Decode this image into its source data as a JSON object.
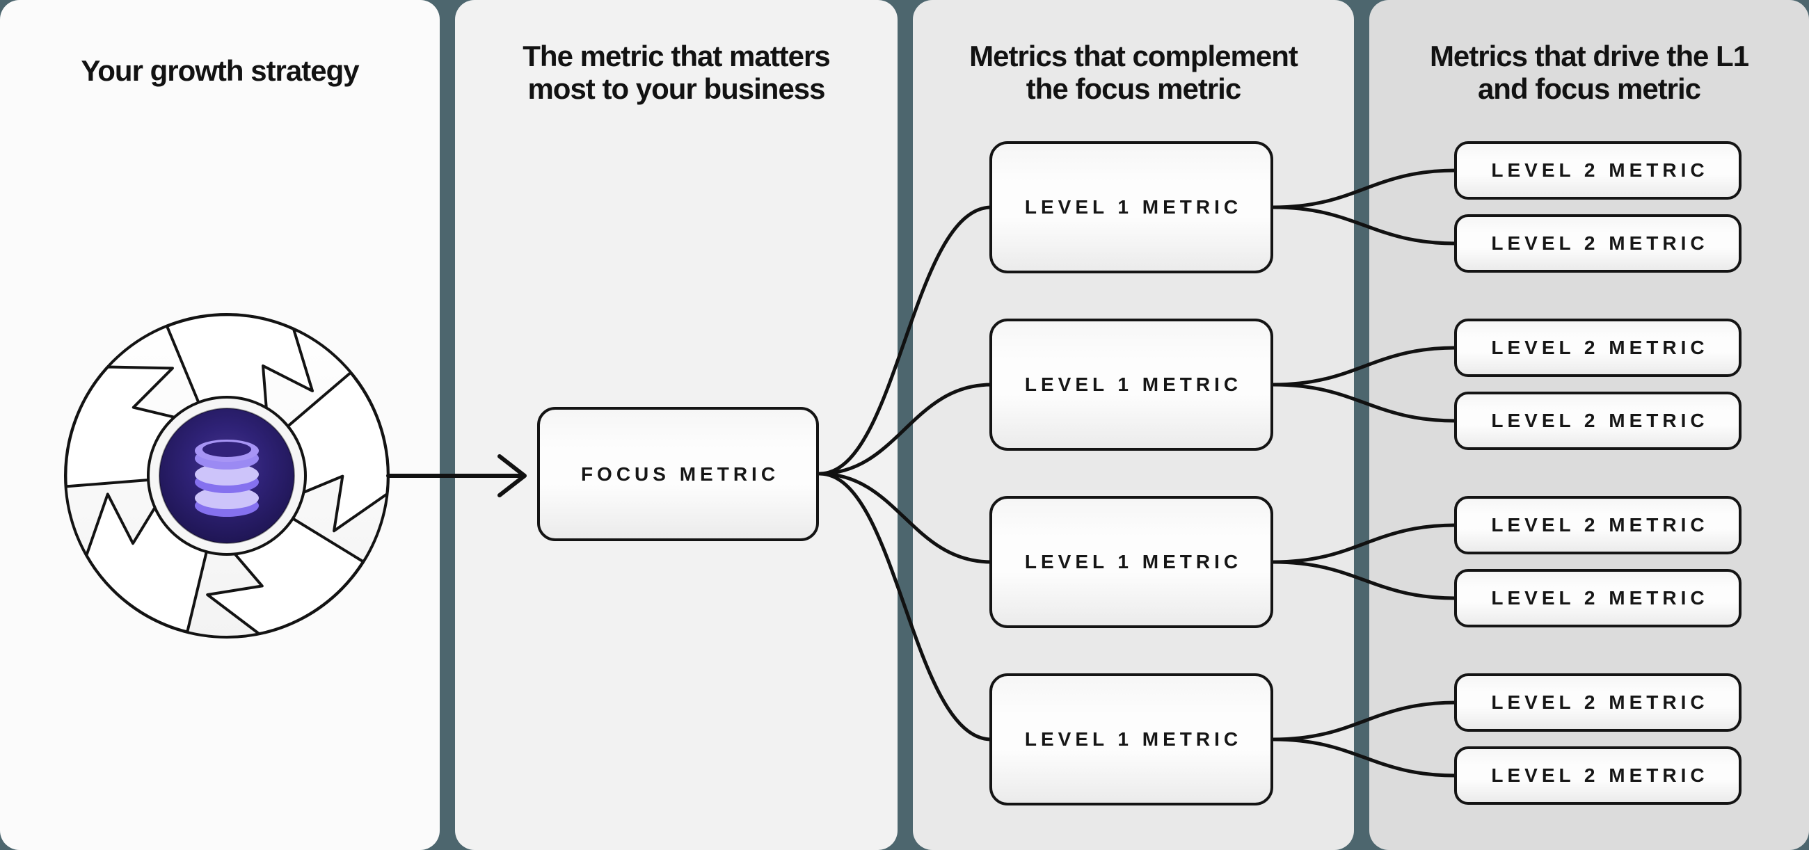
{
  "panels": [
    {
      "title_lines": [
        "Your growth strategy"
      ]
    },
    {
      "title_lines": [
        "The metric that matters",
        "most to your business"
      ]
    },
    {
      "title_lines": [
        "Metrics that complement",
        "the focus metric"
      ]
    },
    {
      "title_lines": [
        "Metrics that drive the L1",
        "and focus metric"
      ]
    }
  ],
  "nodes": {
    "focus": {
      "label": "FOCUS METRIC"
    },
    "level1": [
      {
        "label": "LEVEL 1 METRIC"
      },
      {
        "label": "LEVEL 1 METRIC"
      },
      {
        "label": "LEVEL 1 METRIC"
      },
      {
        "label": "LEVEL 1 METRIC"
      }
    ],
    "level2": [
      {
        "label": "LEVEL 2 METRIC"
      },
      {
        "label": "LEVEL 2 METRIC"
      },
      {
        "label": "LEVEL 2 METRIC"
      },
      {
        "label": "LEVEL 2 METRIC"
      },
      {
        "label": "LEVEL 2 METRIC"
      },
      {
        "label": "LEVEL 2 METRIC"
      },
      {
        "label": "LEVEL 2 METRIC"
      },
      {
        "label": "LEVEL 2 METRIC"
      }
    ]
  },
  "icons": {
    "flywheel": "flywheel-icon",
    "database": "database-icon",
    "arrow": "arrow-right-icon"
  },
  "colors": {
    "background": "#4d666e",
    "panel_1": "#fbfbfb",
    "panel_2": "#f2f2f2",
    "panel_3": "#e9e9e9",
    "panel_4": "#dcdcdc",
    "node_border": "#141414",
    "connector": "#111111",
    "hub_dark": "#2a1d68",
    "db_purple": "#8576ee",
    "db_light": "#cdc4fa"
  }
}
